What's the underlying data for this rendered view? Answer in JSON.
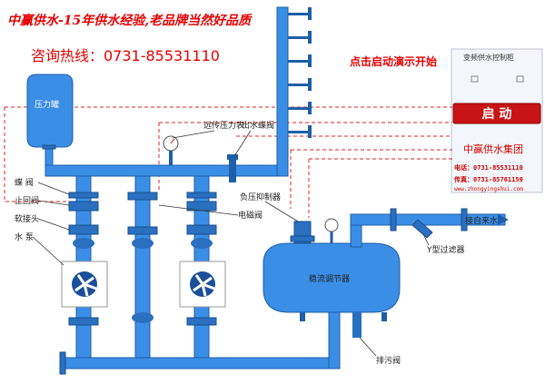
{
  "slogan": "中赢供水-15年供水经验,老品牌当然好品质",
  "hotline": "咨询热线：0731-85531110",
  "start_hint": "点击启动演示开始",
  "control_cabinet": {
    "title": "变频供水控制柜",
    "start_button": "启 动",
    "company": "中赢供水集团",
    "phone": "电话：0731-85531110",
    "fax": "传真：0731-85761150",
    "website": "www.zhongyingshui.com"
  },
  "labels": {
    "pressure_tank": "压力罐",
    "remote_gauge": "远传压力表",
    "outlet_valve": "出水蝶阀",
    "butterfly_valve": "蝶 阀",
    "check_valve": "止回阀",
    "flex_joint": "软接头",
    "pump": "水 泵",
    "solenoid_valve": "电磁阀",
    "neg_pressure_suppressor": "负压抑制器",
    "stabilizer_tank": "稳流调节器",
    "inlet": "接自来水",
    "y_filter": "Y型过滤器",
    "drain_valve": "排污阀"
  },
  "colors": {
    "pipe": "#3b8ee6",
    "pipe_dark": "#1d5fa8",
    "accent_red": "#e60000",
    "start_button": "#c81414"
  }
}
